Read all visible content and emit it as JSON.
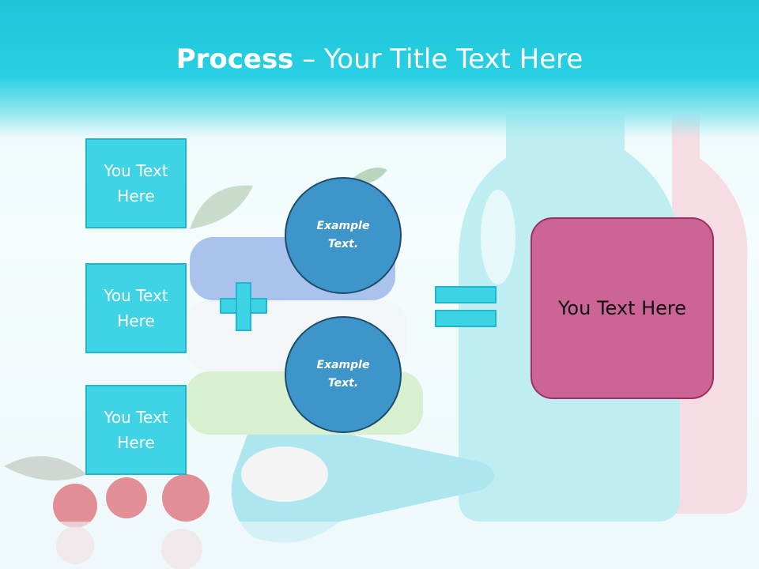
{
  "slide": {
    "title_bold": "Process",
    "title_rest": " – Your Title Text Here"
  },
  "left_boxes": [
    {
      "label": "You Text Here"
    },
    {
      "label": "You Text Here"
    },
    {
      "label": "You Text Here"
    }
  ],
  "circles": [
    {
      "label": "Example Text."
    },
    {
      "label": "Example Text."
    }
  ],
  "result_box": {
    "label": "You Text Here"
  },
  "colors": {
    "header": "#27d0e2",
    "box_fill": "#3fd3e6",
    "circle_fill": "#3d95c9",
    "result_fill": "#cd6496"
  }
}
